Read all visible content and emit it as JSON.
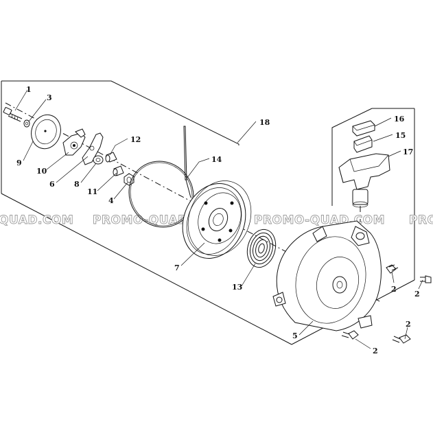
{
  "watermark": {
    "text_left": "QUAD.COM",
    "text_mid1": "PROMO-QUAD.COM",
    "text_mid2": "PROMO-QUAD.COM",
    "text_right": "PRO",
    "color": "#9a9a9a"
  },
  "callouts": [
    {
      "id": "1",
      "label": "1"
    },
    {
      "id": "3",
      "label": "3"
    },
    {
      "id": "9",
      "label": "9"
    },
    {
      "id": "10",
      "label": "10"
    },
    {
      "id": "6",
      "label": "6"
    },
    {
      "id": "8",
      "label": "8"
    },
    {
      "id": "12",
      "label": "12"
    },
    {
      "id": "11",
      "label": "11"
    },
    {
      "id": "4",
      "label": "4"
    },
    {
      "id": "14",
      "label": "14"
    },
    {
      "id": "18",
      "label": "18"
    },
    {
      "id": "16",
      "label": "16"
    },
    {
      "id": "15",
      "label": "15"
    },
    {
      "id": "17",
      "label": "17"
    },
    {
      "id": "7",
      "label": "7"
    },
    {
      "id": "13",
      "label": "13"
    },
    {
      "id": "5",
      "label": "5"
    },
    {
      "id": "2a",
      "label": "2"
    },
    {
      "id": "2b",
      "label": "2"
    },
    {
      "id": "2c",
      "label": "2"
    },
    {
      "id": "2d",
      "label": "2"
    }
  ]
}
